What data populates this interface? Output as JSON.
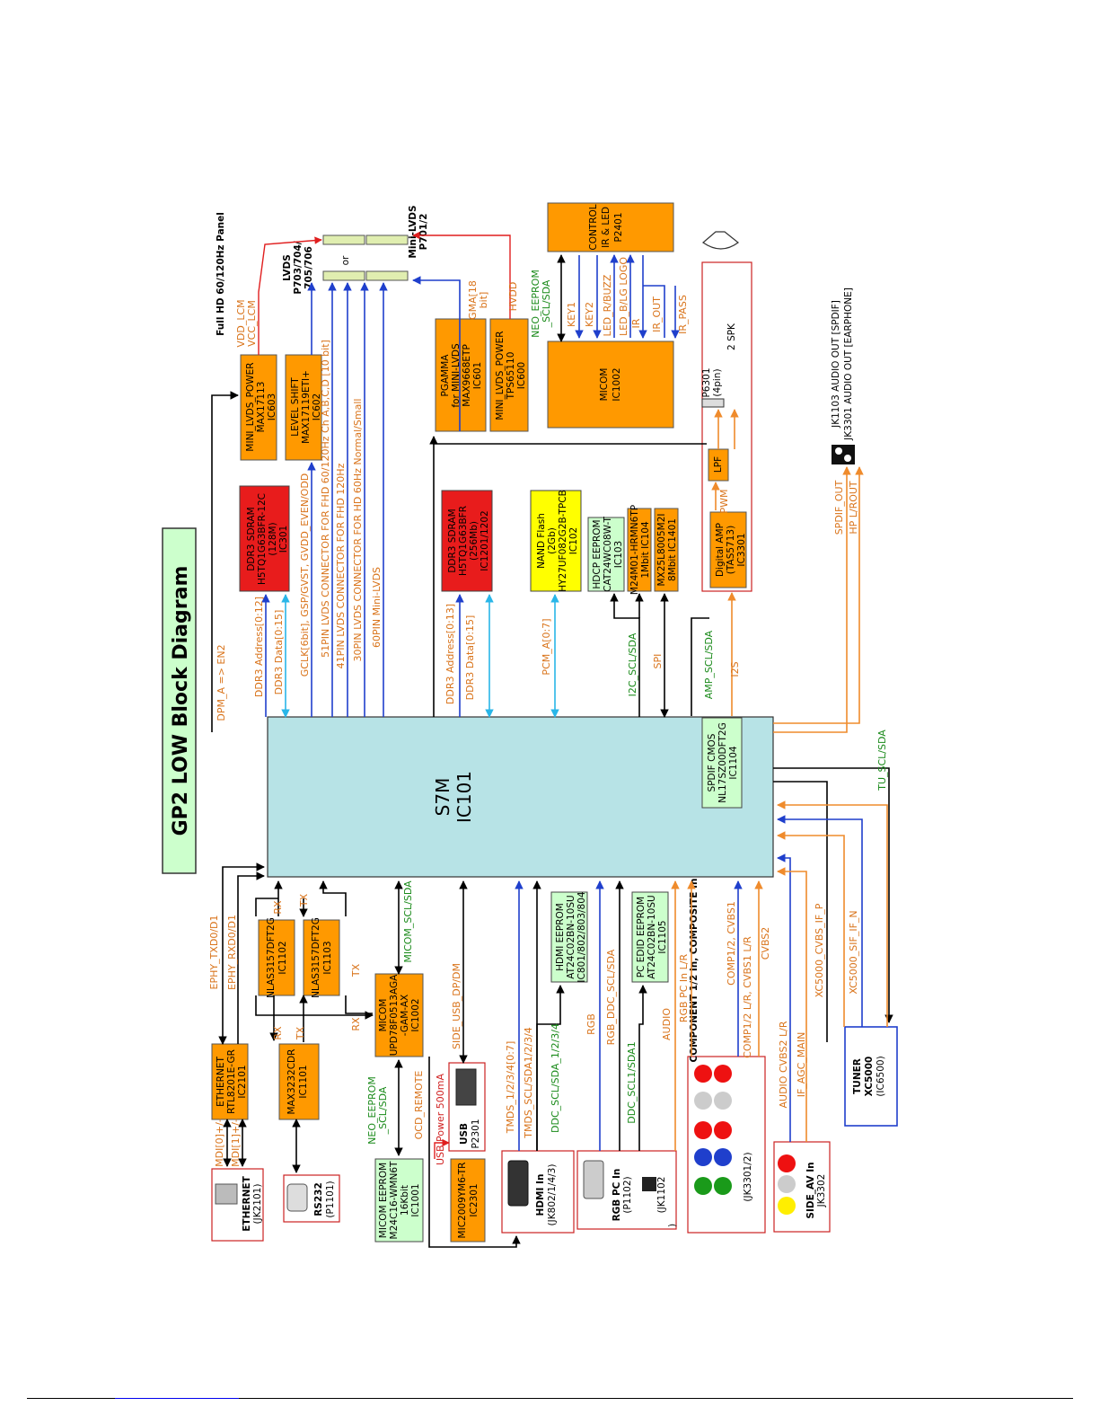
{
  "title": "GP2 LOW Block Diagram",
  "main_chip": {
    "name": "S7M",
    "ref": "IC101"
  },
  "panel_title": "Full HD 60/120Hz Panel",
  "panel_lvds": [
    "LVDS",
    "P703/704/",
    "705/706"
  ],
  "panel_or": "or",
  "panel_mini": [
    "Mini-LVDS",
    "P701/2"
  ],
  "blocks": {
    "mini_lvds_power": [
      "MINI_LVDS_POWER",
      "MAX17113",
      "IC603"
    ],
    "level_shift": [
      "LEVEL SHIFT",
      "MAX17119ETI+",
      "IC602",
      "GCLK[6bit], GSP/GVST, GVDD_EVEN/ODD"
    ],
    "ddr3_1": [
      "DDR3 SDRAM",
      "H5TQ1G63BFR-12C",
      "(128M)",
      "IC301"
    ],
    "ddr3_2": [
      "DDR3 SDRAM",
      "H5TQ1G63BFR",
      "(256Mb)",
      "IC1201/1202"
    ],
    "pgamma": [
      "PGAMMA",
      "for MINI-LVDS",
      "MAX9668ETP",
      "IC601"
    ],
    "mini_lvds_power2": [
      "MINI_LVDS_POWER",
      "TPS65110",
      "IC600"
    ],
    "nand": [
      "NAND Flash",
      "(2Gb)",
      "HY27UF082G2B-TPCB",
      "IC102"
    ],
    "hdcp": [
      "HDCP EEPROM",
      "CAT24WC08W-T",
      "IC103"
    ],
    "m24": [
      "M24M01-HRMN6TP",
      "1Mbit IC104"
    ],
    "mx25": [
      "MX25L8005M2I",
      "8Mbit IC1401"
    ],
    "micom_r": [
      "MICOM",
      "IC1002"
    ],
    "control": [
      "CONTROL",
      "IR & LED",
      "P2401"
    ],
    "digital_amp": [
      "Digital AMP",
      "(TAS5713)",
      "IC3301"
    ],
    "lpf": "LPF",
    "p6301": [
      "P6301",
      "(4pin)"
    ],
    "spk": "2 SPK",
    "spdif_cmos": [
      "SPDIF CMOS",
      "NL17SZ00DFT2G",
      "IC1104"
    ],
    "ethernet": [
      "ETHERNET",
      "RTL8201E-GR",
      "IC2101"
    ],
    "max3232": [
      "MAX3232CDR",
      "IC1101"
    ],
    "nlas1": [
      "NLAS3157DFT2G",
      "IC1102"
    ],
    "nlas2": [
      "NLAS3157DFT2G",
      "IC1103"
    ],
    "micom_l": [
      "MICOM",
      "UPD78F0513AGA",
      "-GAM-AX",
      "IC1002"
    ],
    "micom_eeprom": [
      "MICOM EEPROM",
      "M24C16-WMN6T",
      "16Kbit",
      "IC1001"
    ],
    "mic2009": [
      "MIC2009YM6-TR",
      "IC2301"
    ],
    "hdmi_eeprom": [
      "HDMI EEPROM",
      "AT24C02BN-10SU",
      "IC801/802/803/804"
    ],
    "pc_edid": [
      "PC EDID EEPROM",
      "AT24C02BN-10SU",
      "IC1105"
    ],
    "tuner": [
      "TUNER",
      "XC5000",
      "(IC6500)"
    ]
  },
  "connectors": {
    "ethernet": [
      "ETHERNET",
      "(JK2101)"
    ],
    "rs232": [
      "RS232",
      "(P1101)"
    ],
    "usb": [
      "USB",
      "P2301"
    ],
    "hdmi": [
      "HDMI In",
      "(JK802/1/4/3)"
    ],
    "rgbpc": [
      "RGB PC In",
      "(P1102)"
    ],
    "jk1102": [
      "(JK1102",
      ")"
    ],
    "component": [
      "COMPONENT 1/2 In, COMPOSITE In",
      "(JK3301/2)"
    ],
    "sideav": [
      "SIDE_AV In",
      "JK3302"
    ],
    "audio_out": [
      "JK1103 AUDIO OUT [SPDIF]",
      "JK3301 AUDIO OUT [EARPHONE]"
    ]
  },
  "signals": {
    "top": [
      "DPM_A => EN2",
      "DDR3 Address[0:12]",
      "DDR3 Data[0:15]",
      "51PIN LVDS CONNECTOR FOR FHD 60/120Hz Ch A,B,C,D [10 bit]",
      "41PIN LVDS CONNECTOR FOR FHD 120Hz",
      "30PIN LVDS CONNECTOR FOR HD 60Hz Normal/Small",
      "60PIN Mini-LVDS",
      "VDD_LCM",
      "VCC_LCM",
      "GMA[18",
      "bit]",
      "HVDD",
      "NEO_EEPROM",
      "_SCL/SDA",
      "DDR3 Address[0:13]",
      "DDR3 Data[0:15]",
      "PCM_A[0:7]",
      "I2C_SCL/SDA",
      "SPI",
      "KEY1",
      "KEY2",
      "LED_R/BUZZ",
      "LED_B/LG LOGO",
      "IR",
      "IR_OUT",
      "IR_PASS",
      "AMP_SCL/SDA",
      "I2S",
      "PWM",
      "SPDIF_OUT",
      "HP L/ROUT"
    ],
    "right": [
      "TU_SCL/SDA"
    ],
    "bottom": [
      "EPHY_TXD0/D1",
      "EPHY_RXD0/D1",
      "MDI[0]+/-",
      "MDI[1]+/-",
      "RX",
      "TX",
      "MICOM_SCL/SDA",
      "NEO_EEPROM",
      "_SCL/SDA",
      "OCD_REMOTE",
      "SIDE_USB_DP/DM",
      "USB Power 500mA",
      "TMDS_1/2/3/4[0:7]",
      "TMDS_SCL/SDA1/2/3/4",
      "DDC_SCL/SDA_1/2/3/4",
      "RGB",
      "RGB_DDC_SCL/SDA",
      "DDC_SCL1/SDA1",
      "AUDIO",
      "RGB PC In L/R",
      "COMP1/2, CVBS1",
      "COMP1/2 L/R, CVBS1 L/R",
      "CVBS2",
      "AUDIO CVBS2 L/R",
      "IF_AGC_MAIN",
      "XC5000_CVBS_IF_P",
      "XC5000_SIF_IF_N"
    ]
  }
}
